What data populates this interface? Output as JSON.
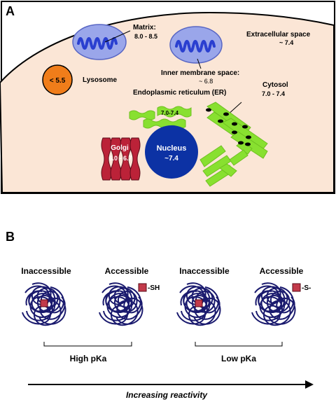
{
  "panel_a": {
    "letter": "A",
    "matrix_label": "Matrix:",
    "matrix_ph": "8.0 - 8.5",
    "extracellular_label": "Extracellular space",
    "extracellular_ph": "~ 7.4",
    "lysosome_ph": "< 5.5",
    "lysosome_label": "Lysosome",
    "ims_label": "Inner membrane space:",
    "ims_ph": "~ 6.8",
    "cytosol_label": "Cytosol",
    "cytosol_ph": "7.0 - 7.4",
    "er_label": "Endoplasmic reticulum (ER)",
    "er_ph": "7.0-7.4",
    "golgi_label": "Golgi",
    "golgi_ph": "6.0 - 6.7",
    "nucleus_label": "Nucleus",
    "nucleus_ph": "~7.4",
    "colors": {
      "cell_fill": "#fbe6d6",
      "mito": "#9aa6ea",
      "mito_inner": "#2a3fd0",
      "lysosome": "#f07d1a",
      "er": "#88e030",
      "golgi": "#bb2238",
      "nucleus": "#0c32a4"
    }
  },
  "panel_b": {
    "letter": "B",
    "labels": [
      "Inaccessible",
      "Accessible",
      "Inaccessible",
      "Accessible"
    ],
    "tags": [
      "-SH",
      "-S-"
    ],
    "group_labels": [
      "High pKa",
      "Low pKa"
    ],
    "arrow_label": "Increasing reactivity",
    "colors": {
      "protein": "#1a1a6e",
      "residue": "#c23a4a"
    }
  }
}
